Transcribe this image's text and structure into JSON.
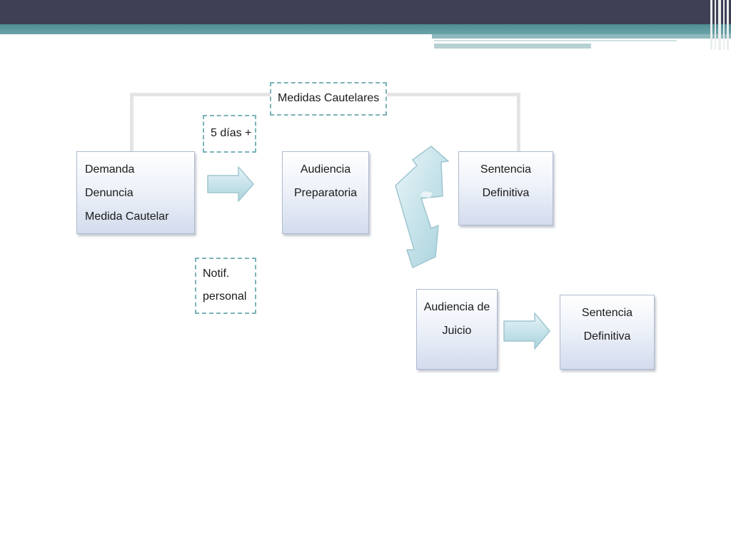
{
  "diagram": {
    "boxes": {
      "demanda": {
        "lines": [
          "Demanda",
          "Denuncia",
          "Medida Cautelar"
        ]
      },
      "audiencia_preparatoria": {
        "lines": [
          "Audiencia",
          "Preparatoria"
        ]
      },
      "sentencia_definitiva_1": {
        "lines": [
          "Sentencia",
          "Definitiva"
        ]
      },
      "audiencia_juicio": {
        "lines": [
          "Audiencia de",
          "Juicio"
        ]
      },
      "sentencia_definitiva_2": {
        "lines": [
          "Sentencia",
          "Definitiva"
        ]
      }
    },
    "notes": {
      "medidas_cautelares": "Medidas Cautelares",
      "cinco_dias": "5 días +",
      "notificacion": [
        "Notif.",
        "personal"
      ]
    }
  },
  "colors": {
    "header_dark": "#3f3f56",
    "header_teal": "#4f8d92",
    "box_border": "#aebbd0",
    "box_fill_bottom": "#d3dced",
    "note_border": "#7cb3b8",
    "arrow_fill": "#c6e3ea",
    "arrow_edge": "#9fc6d1",
    "connector": "#e4e4e4"
  }
}
